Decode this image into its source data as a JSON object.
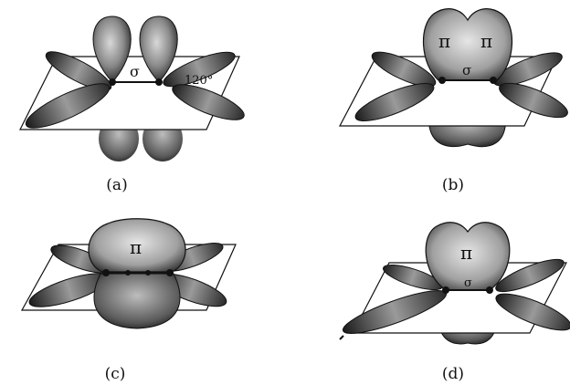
{
  "panels": [
    {
      "label": "(a)",
      "sigma": "σ",
      "pi": "",
      "angle": "120°"
    },
    {
      "label": "(b)",
      "sigma": "σ",
      "pi": "π",
      "angle": ""
    },
    {
      "label": "(c)",
      "sigma": "",
      "pi": "π",
      "angle": ""
    },
    {
      "label": "(d)",
      "sigma": "σ",
      "pi": "π",
      "angle": ""
    }
  ],
  "colors": {
    "ink": "#111111",
    "lobe_fill": "#8a8a8a",
    "paper": "#ffffff"
  }
}
